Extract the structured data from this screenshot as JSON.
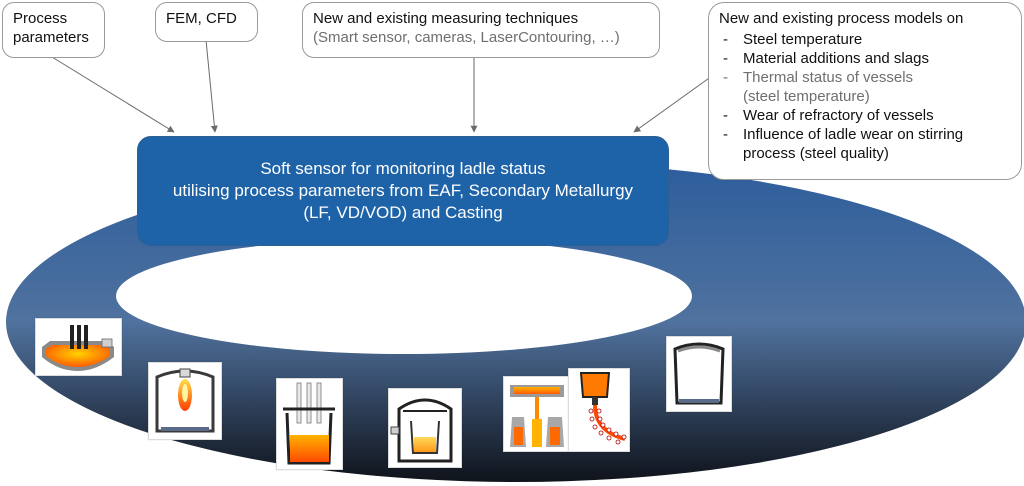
{
  "callouts": {
    "process_parameters": "Process\nparameters",
    "fem_cfd": "FEM, CFD",
    "measuring": {
      "line1": "New and existing measuring techniques",
      "line2": "(Smart sensor, cameras, LaserContouring, …)"
    },
    "models": {
      "title": "New and existing process models on",
      "items": [
        {
          "text": "Steel temperature",
          "muted": false
        },
        {
          "text": "Material additions and slags",
          "muted": false
        },
        {
          "text": "Thermal status of vessels",
          "sub": "(steel temperature)",
          "muted": true
        },
        {
          "text": "Wear of refractory of vessels",
          "muted": false
        },
        {
          "text": "Influence of ladle wear on stirring",
          "sub": "process (steel quality)",
          "muted": false
        }
      ]
    }
  },
  "central": {
    "line1": "Soft sensor for monitoring ladle status",
    "line2": "utilising process parameters from EAF, Secondary Metallurgy",
    "line3": "(LF, VD/VOD) and Casting"
  },
  "icons": [
    "electric-arc-furnace-icon",
    "ladle-heating-icon",
    "ladle-furnace-electrodes-icon",
    "vacuum-degassing-icon",
    "tundish-casting-icon",
    "continuous-caster-icon",
    "empty-ladle-icon"
  ],
  "colors": {
    "central_box": "#1e63a8",
    "ring_top": "#2f5f9d",
    "ring_mid": "#4f6f9a",
    "ring_bottom": "#11151d",
    "molten_steel": "#ff6a00",
    "hot_yellow": "#ffd200",
    "arrow": "#6a6a6a"
  }
}
